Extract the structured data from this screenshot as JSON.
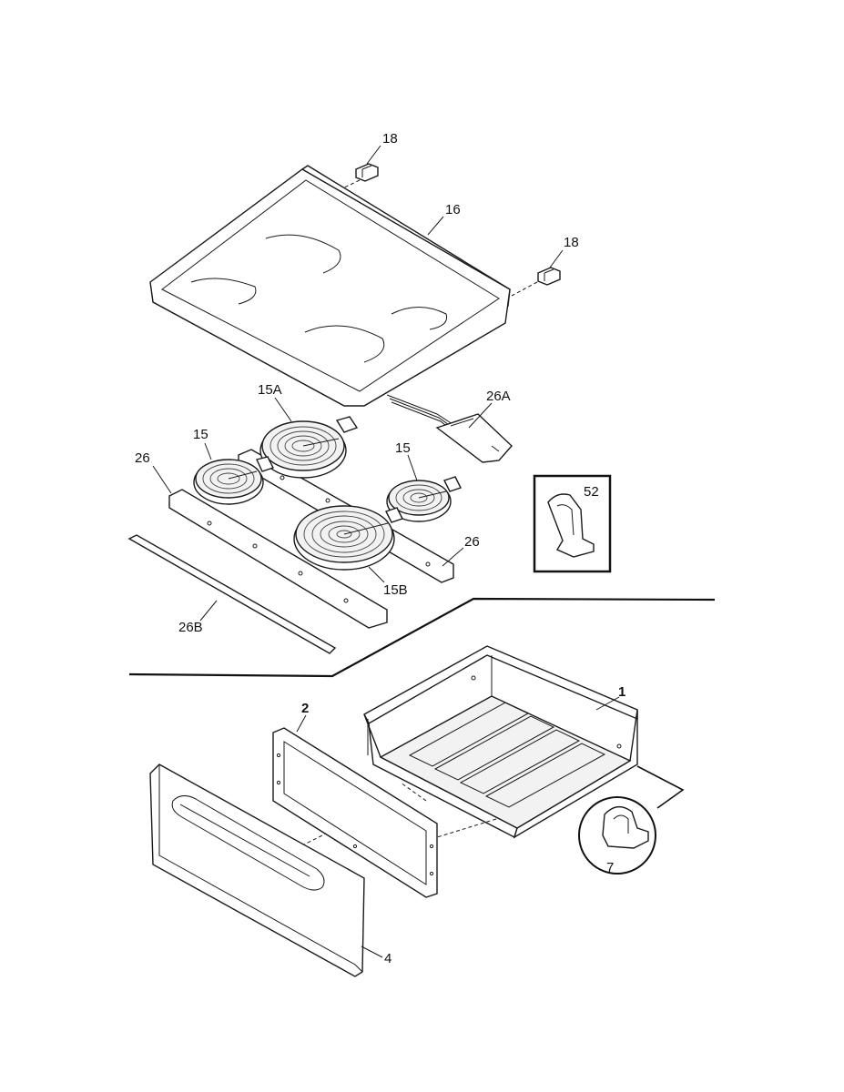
{
  "parts": {
    "p18a": "18",
    "p18b": "18",
    "p16": "16",
    "p15A": "15A",
    "p26A": "26A",
    "p15a": "15",
    "p15b": "15",
    "p26a": "26",
    "p26b": "26",
    "p52": "52",
    "p15B": "15B",
    "p26B": "26B",
    "p1": "1",
    "p2": "2",
    "p7": "7",
    "p4": "4"
  }
}
